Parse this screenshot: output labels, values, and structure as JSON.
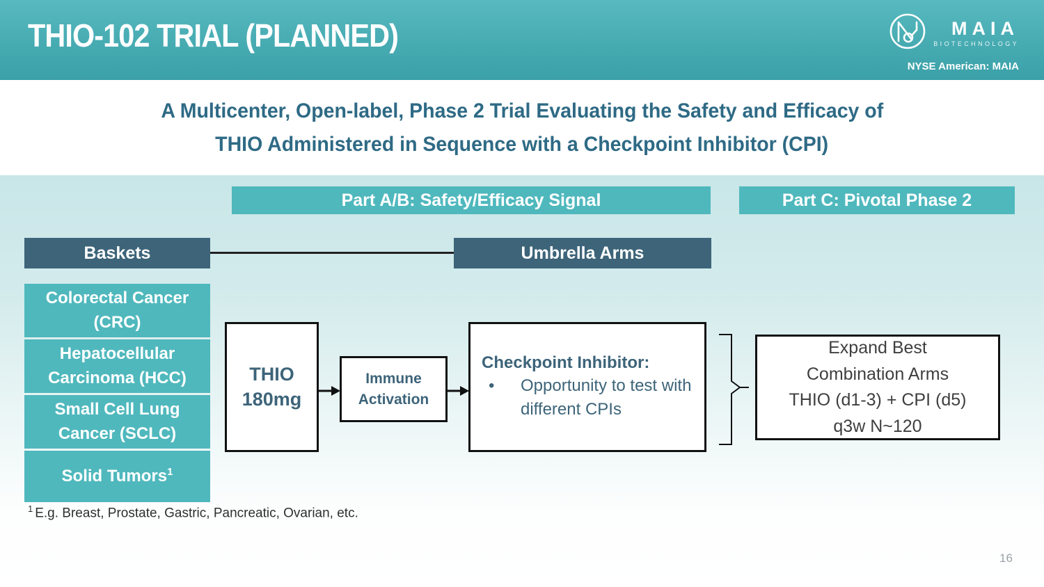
{
  "header": {
    "title": "THIO-102 TRIAL (PLANNED)",
    "logo": {
      "brand": "MAIA",
      "brand_sub": "BIOTECHNOLOGY"
    },
    "ticker": "NYSE American: MAIA"
  },
  "subtitle": {
    "line1": "A Multicenter, Open-label, Phase 2 Trial Evaluating the Safety and Efficacy of",
    "line2": "THIO Administered in Sequence with a Checkpoint Inhibitor (CPI)"
  },
  "sections": {
    "part_ab": "Part A/B: Safety/Efficacy Signal",
    "part_c": "Part C: Pivotal Phase 2"
  },
  "columns": {
    "baskets_label": "Baskets",
    "umbrella_label": "Umbrella Arms"
  },
  "baskets": [
    {
      "label": "Colorectal Cancer (CRC)"
    },
    {
      "label": "Hepatocellular Carcinoma (HCC)"
    },
    {
      "label": "Small Cell Lung Cancer (SCLC)"
    },
    {
      "label": "Solid Tumors",
      "sup": "1"
    }
  ],
  "flow": {
    "thio": {
      "line1": "THIO",
      "line2": "180mg"
    },
    "immune": {
      "line1": "Immune",
      "line2": "Activation"
    },
    "cpi": {
      "title": "Checkpoint Inhibitor:",
      "bullet_char": "•",
      "bullet": "Opportunity to test with different CPIs"
    },
    "expand": {
      "lines": [
        "Expand Best",
        "Combination Arms",
        "THIO (d1-3) + CPI (d5)",
        "q3w N~120"
      ]
    }
  },
  "footnote": {
    "sup": "1",
    "text": "E.g. Breast, Prostate, Gastric, Pancreatic, Ovarian, etc."
  },
  "page_number": "16",
  "colors": {
    "header_teal": "#47abb2",
    "bar_teal": "#4fb8bd",
    "slate": "#3d6479",
    "subtitle_text": "#2e6a85",
    "box_text": "#3d6479",
    "expand_text": "#3f3f3f"
  }
}
